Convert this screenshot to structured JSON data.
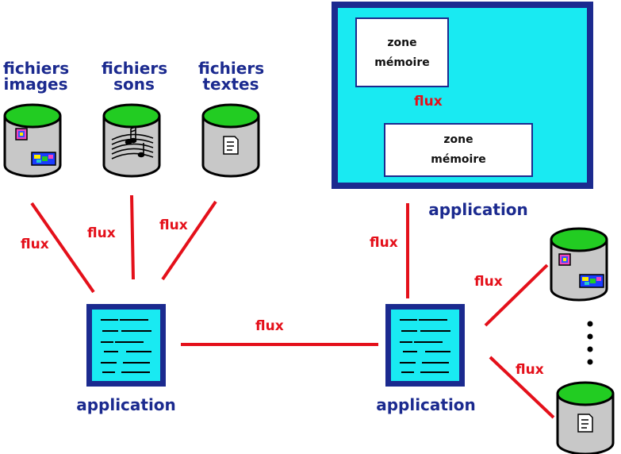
{
  "stores": {
    "images_label_1": "fichiers",
    "images_label_2": "images",
    "sons_label_1": "fichiers",
    "sons_label_2": "sons",
    "textes_label_1": "fichiers",
    "textes_label_2": "textes"
  },
  "applications": {
    "left_label": "application",
    "middle_label": "application",
    "top_label": "application"
  },
  "memory": {
    "zone1_line1": "zone",
    "zone1_line2": "mémoire",
    "zone2_line1": "zone",
    "zone2_line2": "mémoire",
    "link_label": "flux"
  },
  "flows": {
    "images_to_app": "flux",
    "sons_to_app": "flux",
    "textes_to_app": "flux",
    "app_to_app": "flux",
    "top_app_to_app": "flux",
    "app_to_store_top": "flux",
    "app_to_store_bottom": "flux"
  },
  "colors": {
    "cylinder_body": "#c8c8c8",
    "cylinder_top": "#22cc22",
    "application_fill": "#19eaf2",
    "frame_border": "#1b2a8f",
    "flow_line": "#e4101a",
    "label_text": "#1b2a8f"
  }
}
